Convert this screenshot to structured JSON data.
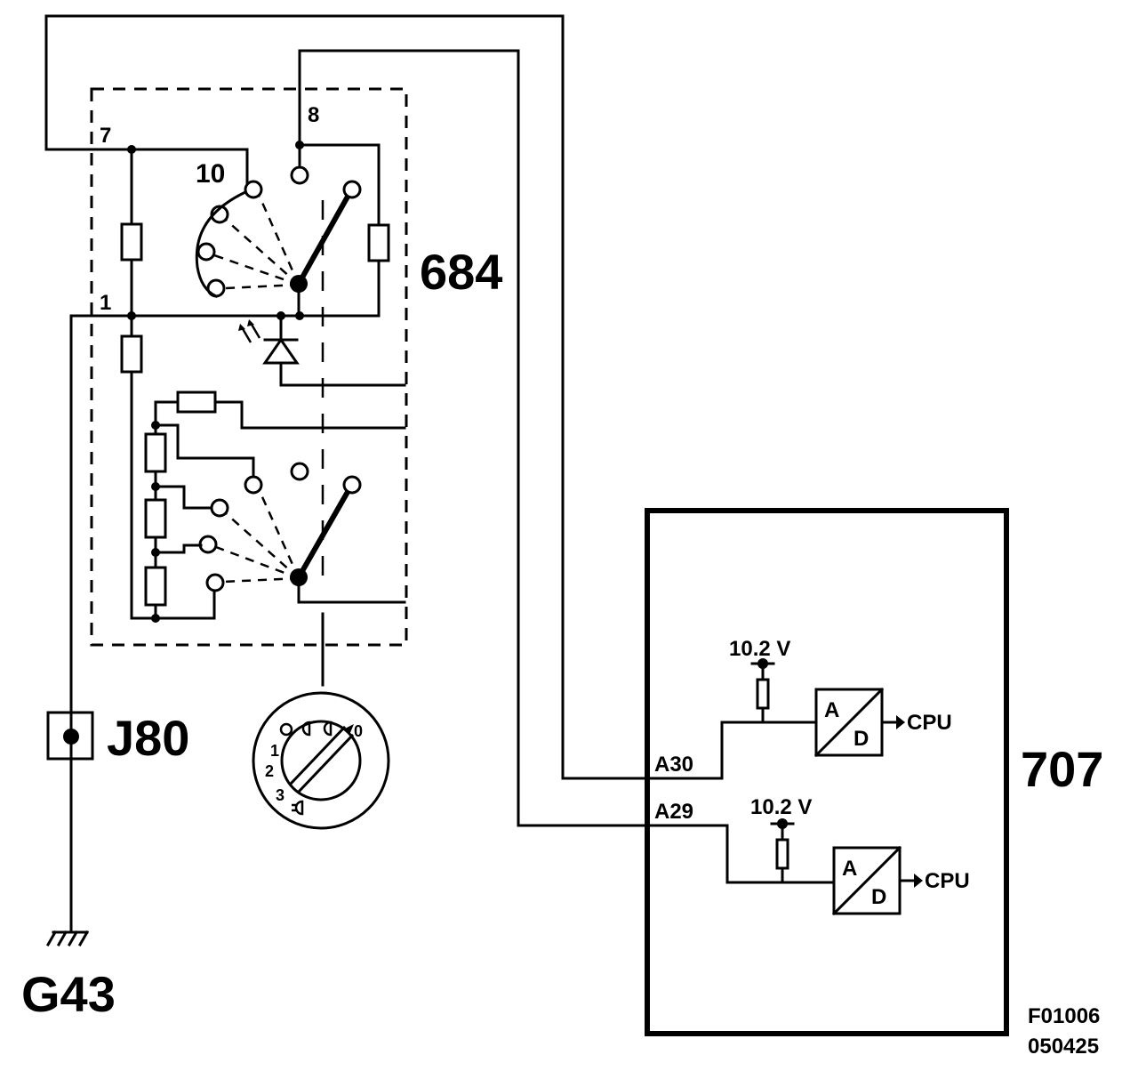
{
  "components": {
    "switch_unit": "684",
    "control_module": "707",
    "connector": "J80",
    "ground": "G43"
  },
  "pins": {
    "pin_7": "7",
    "pin_8": "8",
    "pin_10": "10",
    "pin_1": "1"
  },
  "inputs": {
    "a30": {
      "pin": "A30",
      "supply": "10.2 V",
      "adc_top": "A",
      "adc_bottom": "D",
      "output": "CPU"
    },
    "a29": {
      "pin": "A29",
      "supply": "10.2 V",
      "adc_top": "A",
      "adc_bottom": "D",
      "output": "CPU"
    }
  },
  "knob": {
    "positions": [
      "1",
      "2",
      "3",
      "0"
    ]
  },
  "figure_code": {
    "line1": "F01006",
    "line2": "050425"
  }
}
